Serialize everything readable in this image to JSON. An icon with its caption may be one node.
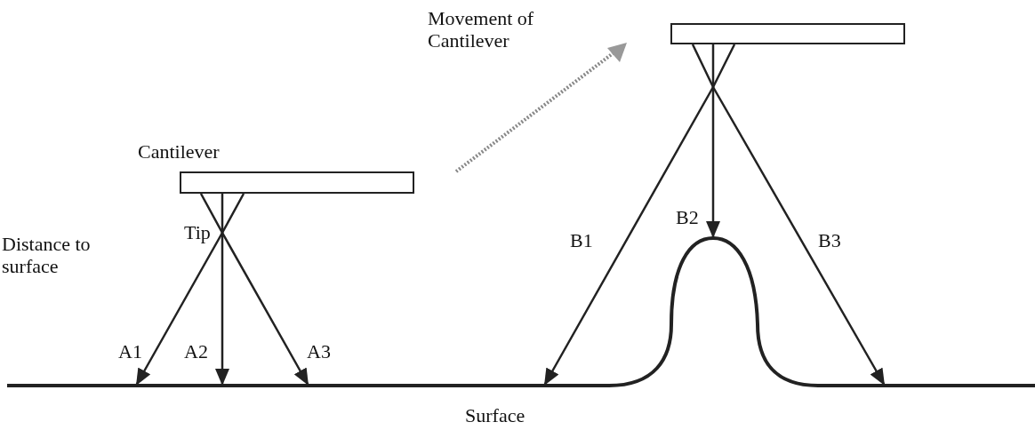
{
  "diagram": {
    "nodes": [
      {
        "text": [],
        "shape": "box"
      },
      {
        "text": [],
        "shape": "box"
      },
      {
        "text": [],
        "shape": "bar",
        "beside": [
          "Surface"
        ]
      }
    ],
    "edges": [
      {
        "from": 0,
        "to": 2,
        "arrow": "to",
        "label": "A1"
      },
      {
        "from": 0,
        "to": 2,
        "arrow": "to",
        "label": "A2"
      },
      {
        "from": 0,
        "to": 2,
        "arrow": "to",
        "label": "A3"
      },
      {
        "from": 1,
        "to": 2,
        "arrow": "to",
        "label": "B1"
      },
      {
        "from": 1,
        "to": 2,
        "arrow": "to",
        "label": "B2"
      },
      {
        "from": 1,
        "to": 2,
        "arrow": "to",
        "label": "B3"
      }
    ],
    "labels": [
      "Movement of Cantilever",
      "Cantilever",
      "Tip",
      "Distance to surface"
    ]
  }
}
